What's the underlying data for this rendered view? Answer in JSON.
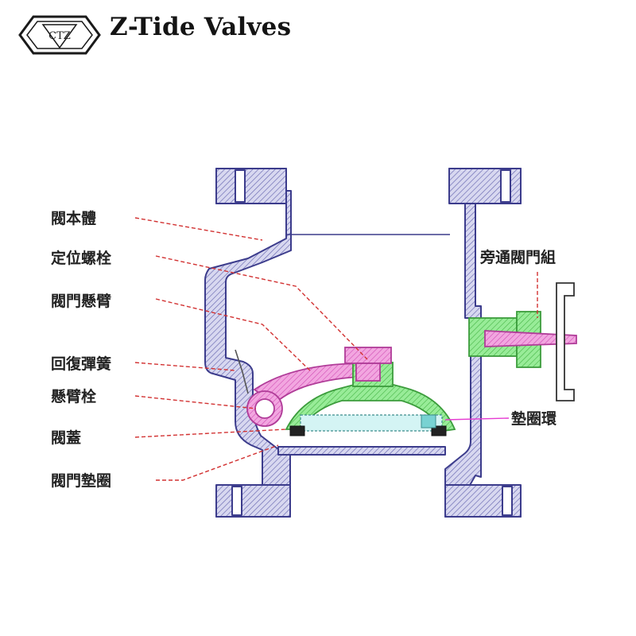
{
  "brand": {
    "name": "Z-Tide Valves",
    "logo_letters": "CTZ"
  },
  "labels": {
    "body": "閥本體",
    "positioning_bolt": "定位螺栓",
    "swing_arm": "閥門懸臂",
    "return_spring": "回復彈簧",
    "arm_pin": "懸臂栓",
    "disc": "閥蓋",
    "disc_seal": "閥門墊圈",
    "bypass_assembly": "旁通閥門組",
    "seal_ring": "墊圈環"
  },
  "colors": {
    "body_outline": "#3c3c8c",
    "body_hatch": "#6e6eb4",
    "swing_arm": "#e678c8",
    "disc": "#78e678",
    "bypass": "#78e678",
    "seal_ring": "#78d2d2",
    "leader_line": "#d23232",
    "text": "#222222"
  }
}
